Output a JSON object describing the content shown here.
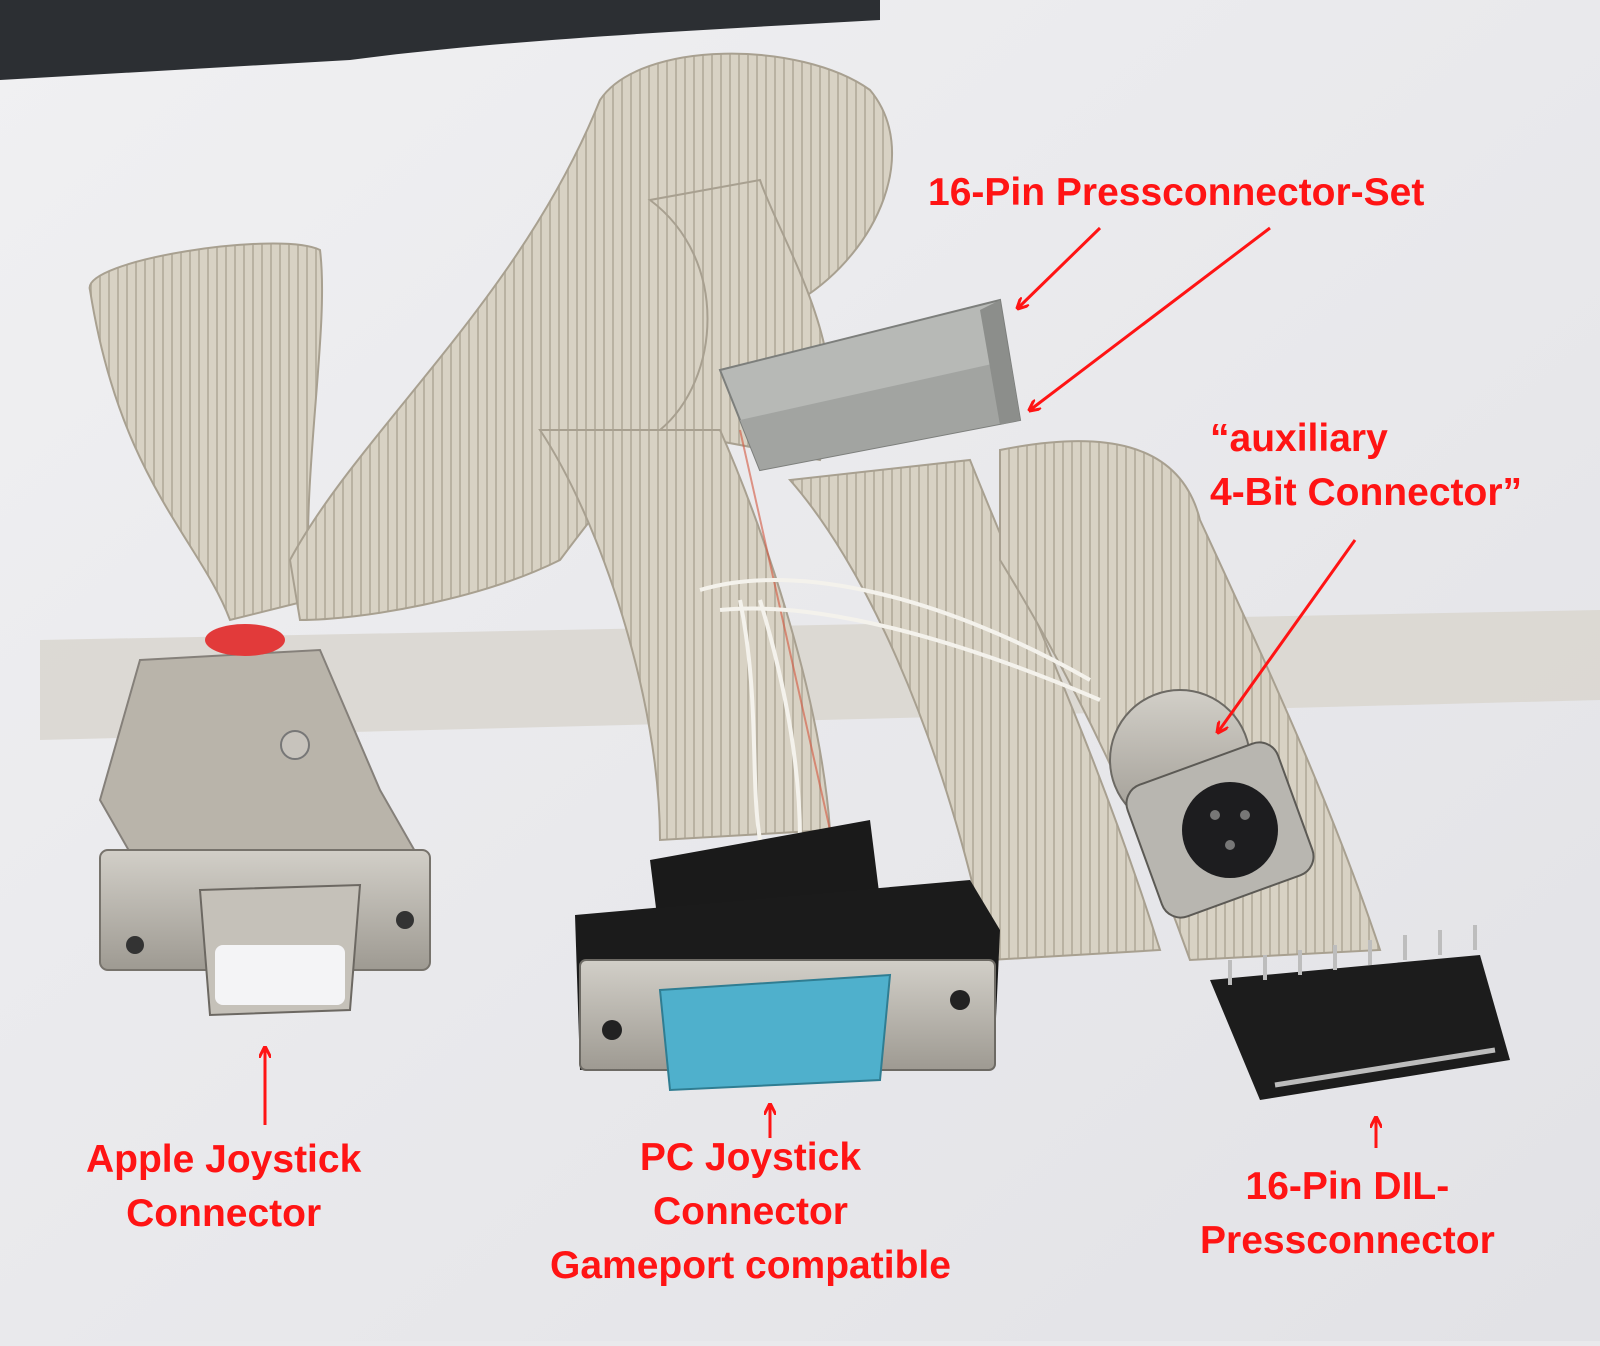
{
  "colors": {
    "annotation": "#ff1414",
    "ribbon_cable": "#d8d2c4",
    "tabletop": "#e9e9ec",
    "connector_shell": "#b9b4aa",
    "pc_connector_body": "#1a1a1a",
    "pc_connector_insert": "#4fb0cc"
  },
  "labels": {
    "press_set": "16-Pin Pressconnector-Set",
    "aux_line1": "“auxiliary",
    "aux_line2": "4-Bit Connector”",
    "apple_line1": "Apple Joystick",
    "apple_line2": "Connector",
    "pc_line1": "PC Joystick",
    "pc_line2": "Connector",
    "pc_line3": "Gameport compatible",
    "dil_line1": "16-Pin DIL-",
    "dil_line2": "Pressconnector"
  },
  "objects": [
    "ribbon-cable",
    "de9-apple-joystick-connector",
    "da15-pc-gameport-connector",
    "16-pin-press-connector-set",
    "din-auxiliary-socket",
    "16-pin-dil-press-connector",
    "adhesive-tape-strip"
  ]
}
